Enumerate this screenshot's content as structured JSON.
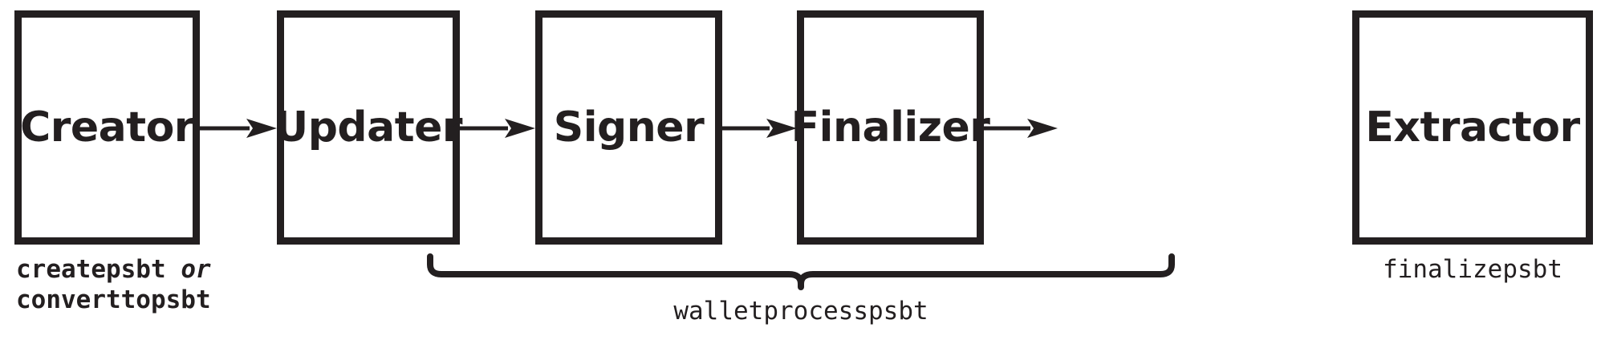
{
  "diagram": {
    "title": "PSBT workflow roles",
    "background_color": "#ffffff",
    "ink_color": "#231f20",
    "stages": [
      {
        "id": "creator",
        "label": "Creator"
      },
      {
        "id": "updater",
        "label": "Updater"
      },
      {
        "id": "signer",
        "label": "Signer"
      },
      {
        "id": "finalizer",
        "label": "Finalizer"
      },
      {
        "id": "extractor",
        "label": "Extractor"
      }
    ],
    "arrows": [
      {
        "from": "creator",
        "to": "updater",
        "name": "arrow-creator-to-updater"
      },
      {
        "from": "updater",
        "to": "signer",
        "name": "arrow-updater-to-signer"
      },
      {
        "from": "signer",
        "to": "finalizer",
        "name": "arrow-signer-to-finalizer"
      },
      {
        "from": "finalizer",
        "to": "extractor",
        "name": "arrow-finalizer-to-extractor"
      }
    ],
    "captions": {
      "creator_line1_command": "createpsbt",
      "creator_line1_conjunction": "or",
      "creator_line2_command": "converttopsbt",
      "extractor_command": "finalizepsbt",
      "brace_command": "walletprocesspsbt"
    },
    "brace": {
      "name": "brace-updater-to-finalizer",
      "spans_stages": [
        "updater",
        "signer",
        "finalizer"
      ]
    }
  }
}
